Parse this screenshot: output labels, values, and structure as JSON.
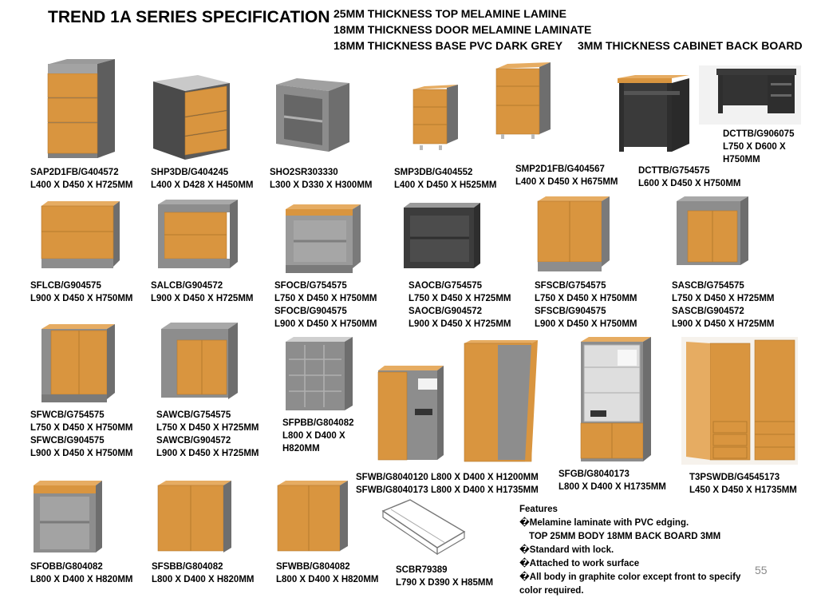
{
  "title": "TREND 1A SERIES SPECIFICATION",
  "specs": {
    "line1": "25MM THICKNESS TOP MELAMINE LAMINE",
    "line2": "18MM THICKNESS DOOR MELAMINE LAMINATE",
    "line3": "18MM THICKNESS BASE PVC DARK GREY",
    "line4": "3MM THICKNESS CABINET BACK BOARD"
  },
  "products": [
    {
      "lines": [
        "SAP2D1FB/G404572",
        "L400 X D450 X H725MM"
      ],
      "icon": "pedestal-2-drawer-1-file-image"
    },
    {
      "lines": [
        "SHP3DB/G404245",
        "L400 X D428 X H450MM"
      ],
      "icon": "low-pedestal-3-drawer-image"
    },
    {
      "lines": [
        "SHO2SR303330",
        "L300 X D330 X H300MM"
      ],
      "icon": "open-shelf-unit-image"
    },
    {
      "lines": [
        "SMP3DB/G404552",
        "L400 X D450 X H525MM"
      ],
      "icon": "mobile-pedestal-3-drawer-image"
    },
    {
      "lines": [
        "SMP2D1FB/G404567",
        "L400 X D450 X H675MM"
      ],
      "icon": "mobile-pedestal-2-drawer-1-file-image"
    },
    {
      "lines": [
        "DCTTB/G754575",
        "L600 X D450 X H750MM"
      ],
      "icon": "computer-table-image"
    },
    {
      "lines": [
        "DCTTB/G906075",
        "L750 X D600 X",
        "H750MM"
      ],
      "icon": "computer-table-wide-image"
    },
    {
      "lines": [
        "SFLCB/G904575",
        "L900 X D450 X H750MM"
      ],
      "icon": "lateral-cabinet-image"
    },
    {
      "lines": [
        "SALCB/G904572",
        "L900 X D450 X H725MM"
      ],
      "icon": "lateral-cabinet-grey-top-image"
    },
    {
      "lines": [
        "SFOCB/G754575",
        "L750 X D450 X H750MM",
        "SFOCB/G904575",
        "L900 X D450 X H750MM"
      ],
      "icon": "open-cabinet-image"
    },
    {
      "lines": [
        "SAOCB/G754575",
        "L750 X D450 X H725MM",
        "SAOCB/G904572",
        "L900 X D450 X H725MM"
      ],
      "icon": "open-cabinet-dark-image"
    },
    {
      "lines": [
        "SFSCB/G754575",
        "L750 X D450 X H750MM",
        "SFSCB/G904575",
        "L900 X D450 X H750MM"
      ],
      "icon": "sliding-door-cabinet-image"
    },
    {
      "lines": [
        "SASCB/G754575",
        "L750 X D450 X H725MM",
        "SASCB/G904572",
        "L900 X D450 X H725MM"
      ],
      "icon": "sliding-door-cabinet-grey-top-image"
    },
    {
      "lines": [
        "SFWCB/G754575",
        "L750 X D450 X H750MM",
        "SFWCB/G904575",
        "L900 X D450 X H750MM"
      ],
      "icon": "swing-door-cabinet-image"
    },
    {
      "lines": [
        "SAWCB/G754575",
        "L750 X D450 X H725MM",
        "SAWCB/G904572",
        "L900 X D450 X H725MM"
      ],
      "icon": "swing-door-cabinet-grey-top-image"
    },
    {
      "lines": [
        "SFPBB/G804082",
        "L800 X D400 X",
        "H820MM"
      ],
      "icon": "pigeon-hole-cabinet-image"
    },
    {
      "lines": [
        "SFWB/G8040120 L800 X D400 X H1200MM",
        "SFWB/G8040173 L800 X D400 X H1735MM"
      ],
      "icon": "wardrobe-cabinets-image"
    },
    {
      "lines": [
        "SFGB/G8040173",
        "L800 X D400 X H1735MM"
      ],
      "icon": "glass-door-bookcase-image"
    },
    {
      "lines": [
        "T3PSWDB/G4545173",
        "L450 X D450 X H1735MM"
      ],
      "icon": "tall-wardrobe-image"
    },
    {
      "lines": [
        "SFOBB/G804082",
        "L800 X D400 X H820MM"
      ],
      "icon": "open-bookcase-image"
    },
    {
      "lines": [
        "SFSBB/G804082",
        "L800 X D400 X H820MM"
      ],
      "icon": "sliding-bookcase-image"
    },
    {
      "lines": [
        "SFWBB/G804082",
        "L800 X D400 X H820MM"
      ],
      "icon": "swing-bookcase-image"
    },
    {
      "lines": [
        "SCBR79389",
        "L790 X D390 X H85MM"
      ],
      "icon": "cabinet-base-frame-image"
    }
  ],
  "features": {
    "heading": "Features",
    "items": [
      "�Melamine laminate with PVC edging.",
      "TOP 25MM   BODY 18MM    BACK BOARD 3MM",
      "�Standard with lock.",
      "�Attached to work surface",
      "�All body in graphite color except front to specify",
      "color required."
    ]
  },
  "page_number": "55",
  "colors": {
    "beech": "#d9953f",
    "beech_light": "#e6ac62",
    "grey": "#8d8d8d",
    "grey_dark": "#5a5a5a",
    "graphite": "#3a3a3a"
  }
}
